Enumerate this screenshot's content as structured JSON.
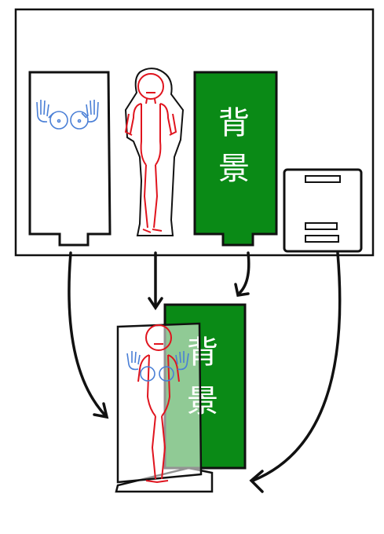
{
  "panels": {
    "background_panel": {
      "char_top": "背",
      "char_bottom": "景",
      "fill_color": "#0a8a16"
    }
  },
  "assembled": {
    "background_panel": {
      "char_top": "背",
      "char_bottom": "景",
      "fill_color": "#0a8a16"
    }
  },
  "colors": {
    "outline": "#111111",
    "figure_stroke": "#e0141e",
    "hands_stroke": "#4a7fd6",
    "green": "#0a8a16"
  },
  "icons": {
    "hands": "blue-hands-sketch-icon",
    "figure": "red-figure-sketch-icon",
    "base": "stand-base-icon"
  }
}
